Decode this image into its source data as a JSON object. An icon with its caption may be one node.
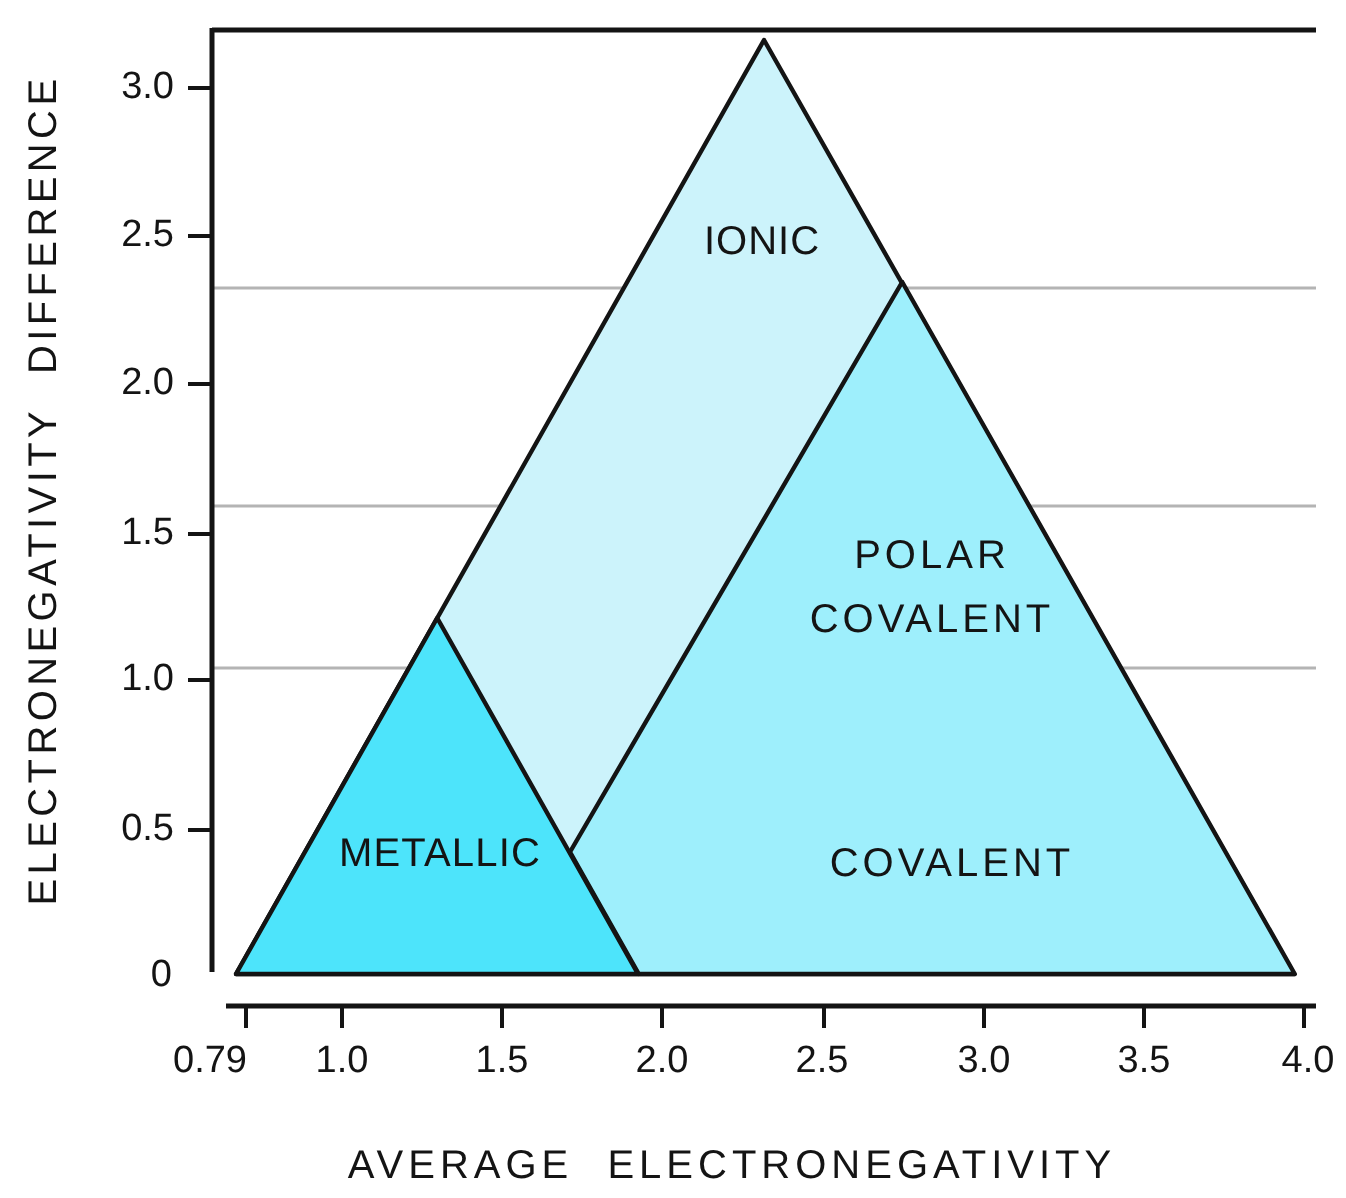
{
  "diagram": {
    "nodes": [
      {
        "text": [
          "IONIC"
        ]
      },
      {
        "text": [
          "POLAR COVALENT",
          "COVALENT"
        ],
        "in": 0
      },
      {
        "text": [
          "METALLIC"
        ],
        "in": 0
      }
    ],
    "labels": [
      "ELECTRONEGATIVITY DIFFERENCE",
      "3.0",
      "2.5",
      "2.0",
      "1.5",
      "1.0",
      "0.5",
      "0",
      "0.79",
      "1.0",
      "1.5",
      "2.0",
      "2.5",
      "3.0",
      "3.5",
      "4.0",
      "AVERAGE ELECTRONEGATIVITY"
    ]
  }
}
